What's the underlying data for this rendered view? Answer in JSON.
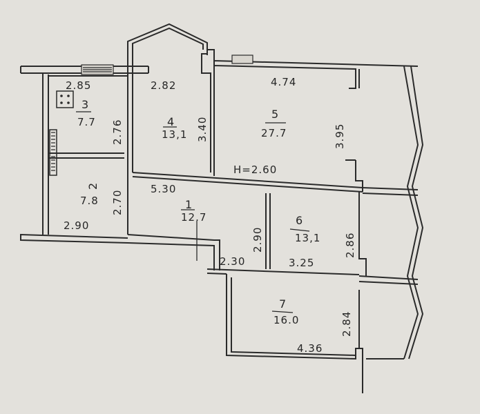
{
  "plan": {
    "ceiling_height": "H=2.60",
    "rooms": [
      {
        "number": "1",
        "area": "12.7",
        "dims": [
          "5.30",
          "2.90",
          "2.30"
        ]
      },
      {
        "number": "2",
        "area": "7.8",
        "dims": [
          "2.70",
          "2.90"
        ]
      },
      {
        "number": "3",
        "area": "7.7",
        "dims": [
          "2.85",
          "2.76"
        ]
      },
      {
        "number": "4",
        "area": "13,1",
        "dims": [
          "2.82",
          "3.40"
        ]
      },
      {
        "number": "5",
        "area": "27.7",
        "dims": [
          "4.74",
          "3.95"
        ]
      },
      {
        "number": "6",
        "area": "13,1",
        "dims": [
          "2.86",
          "3.25"
        ]
      },
      {
        "number": "7",
        "area": "16.0",
        "dims": [
          "2.84",
          "4.36"
        ]
      }
    ]
  }
}
